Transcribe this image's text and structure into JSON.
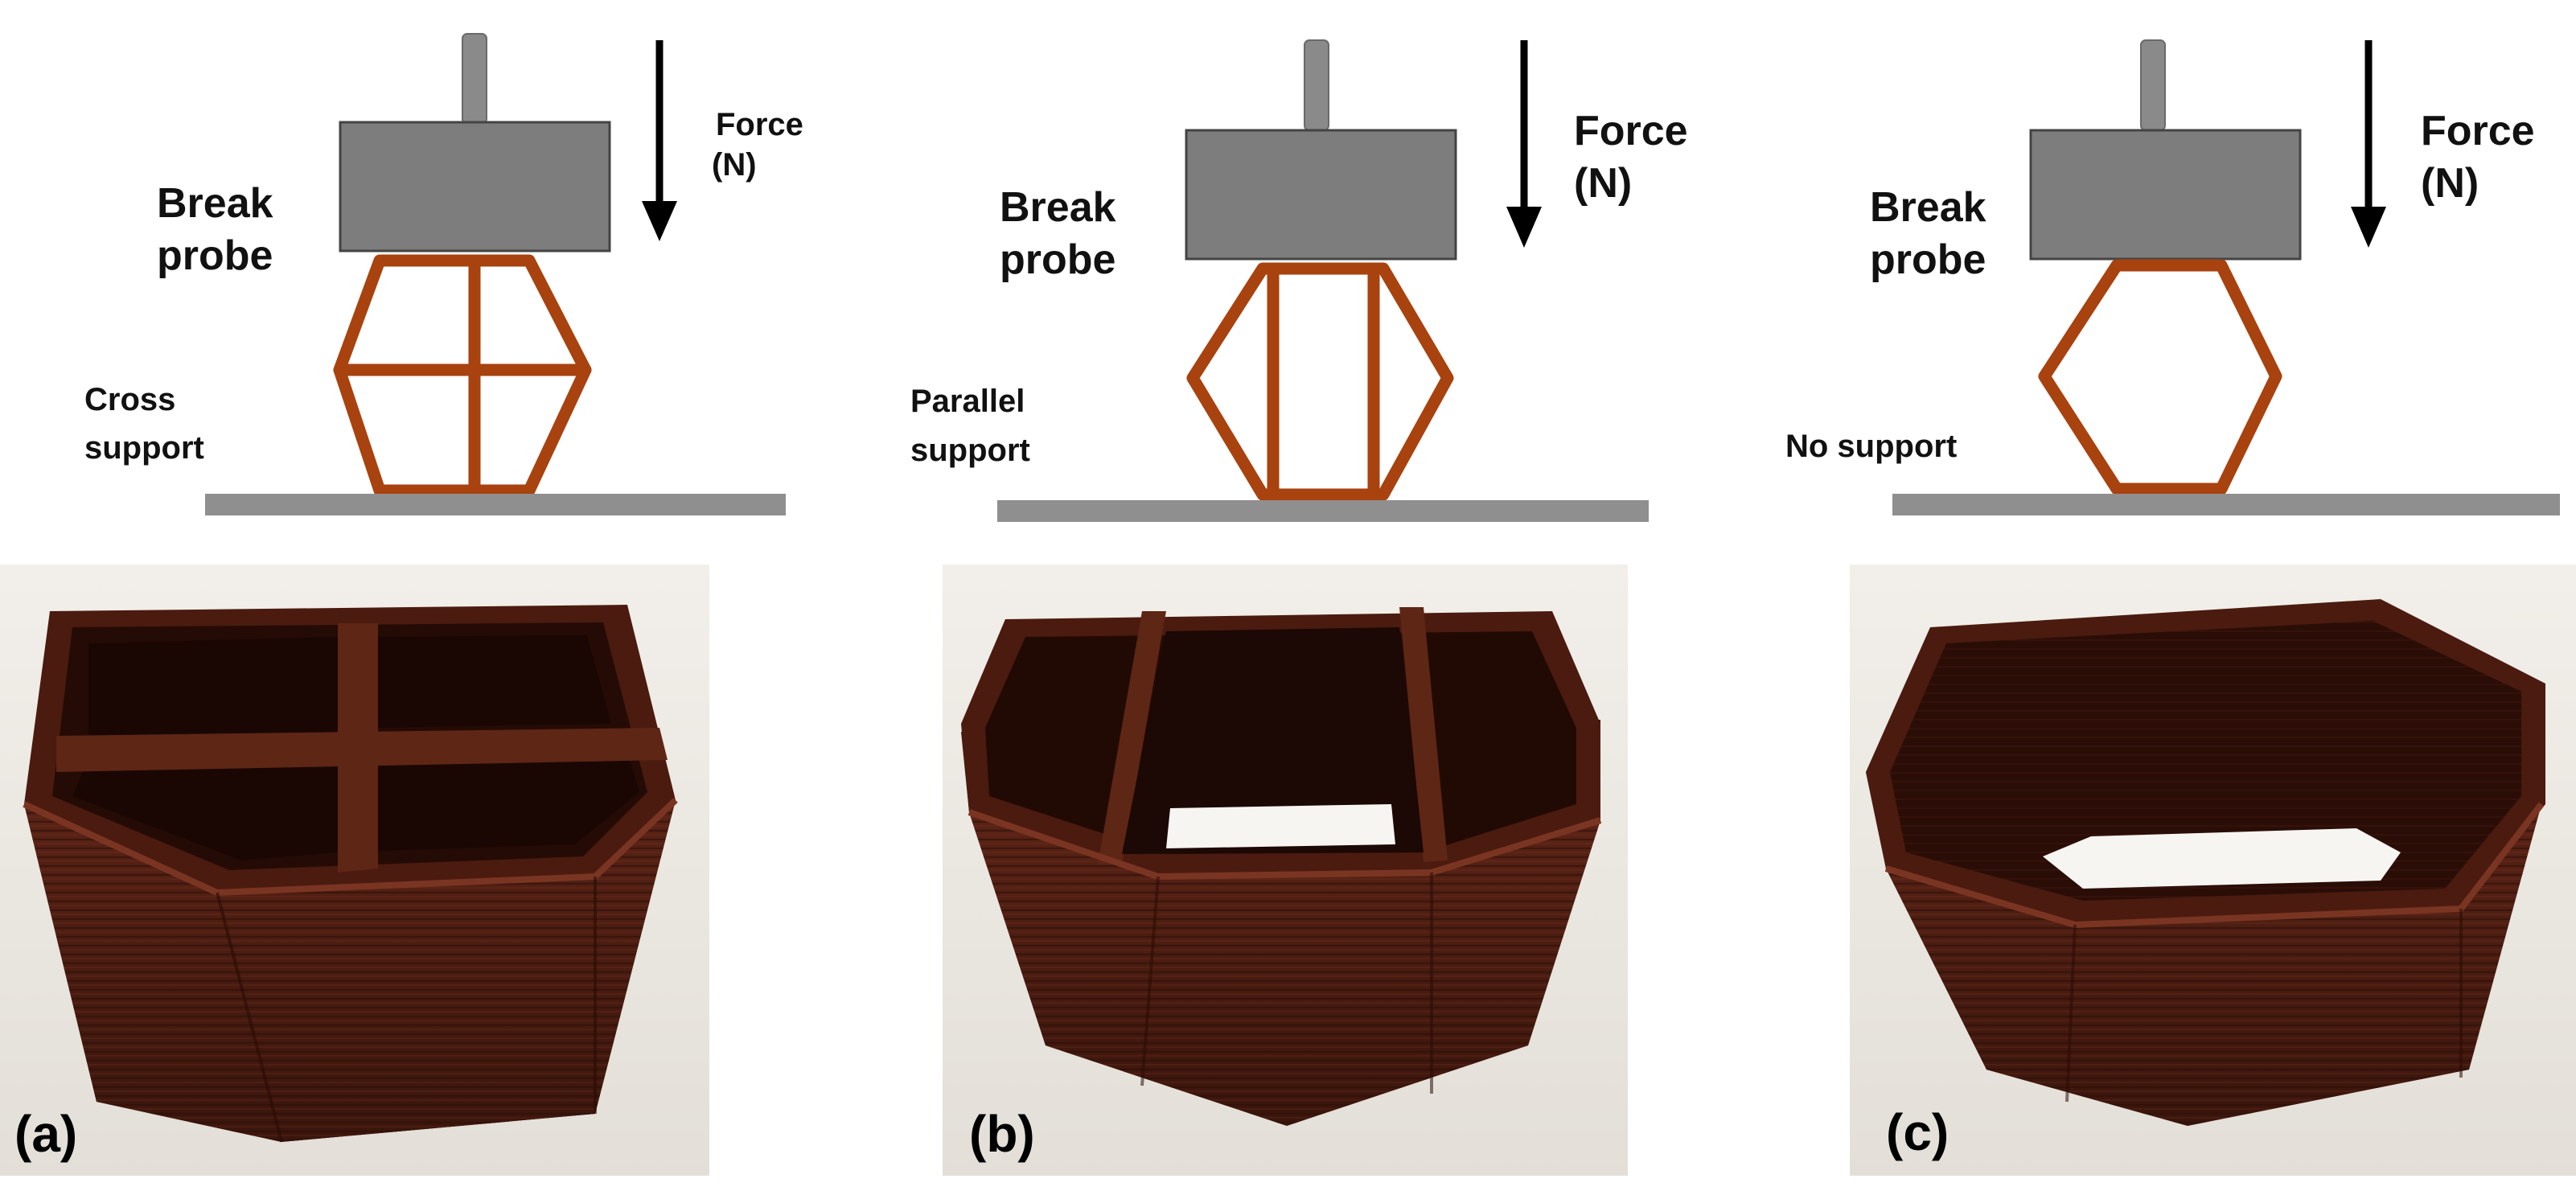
{
  "colors": {
    "probe": "#7d7d7d",
    "base": "#8f8f8f",
    "frame": "#a8420f",
    "chocolate_dark": "#2b0f08",
    "chocolate": "#4e1d12",
    "chocolate_light": "#6b2a18",
    "photo_bg": "#ece9e4"
  },
  "panels": [
    {
      "probe_label_line1": "Break",
      "probe_label_line2": "probe",
      "force_label_line1": "Force",
      "force_label_line2": "(N)",
      "support_label_line1": "Cross",
      "support_label_line2": "support",
      "panel_label": "(a)"
    },
    {
      "probe_label_line1": "Break",
      "probe_label_line2": "probe",
      "force_label_line1": "Force",
      "force_label_line2": "(N)",
      "support_label_line1": "Parallel",
      "support_label_line2": "support",
      "panel_label": "(b)"
    },
    {
      "probe_label_line1": "Break",
      "probe_label_line2": "probe",
      "force_label_line1": "Force",
      "force_label_line2": "(N)",
      "support_label_line1": "No support",
      "support_label_line2": "",
      "panel_label": "(c)"
    }
  ]
}
